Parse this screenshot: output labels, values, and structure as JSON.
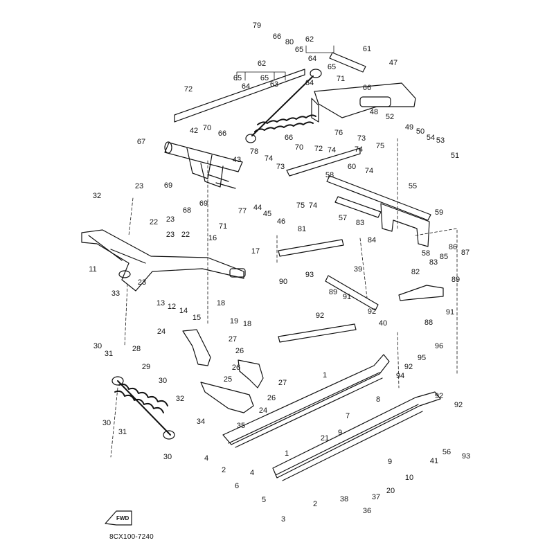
{
  "diagram": {
    "part_code": "8CX100-7240",
    "fwd_label": "FWD",
    "callouts": [
      "1",
      "2",
      "3",
      "4",
      "5",
      "6",
      "7",
      "8",
      "9",
      "10",
      "11",
      "12",
      "13",
      "14",
      "15",
      "16",
      "17",
      "18",
      "19",
      "20",
      "21",
      "22",
      "23",
      "24",
      "25",
      "26",
      "27",
      "28",
      "29",
      "30",
      "31",
      "32",
      "33",
      "34",
      "35",
      "36",
      "37",
      "38",
      "39",
      "40",
      "41",
      "42",
      "43",
      "44",
      "45",
      "46",
      "47",
      "48",
      "49",
      "50",
      "51",
      "52",
      "53",
      "54",
      "55",
      "56",
      "57",
      "58",
      "59",
      "60",
      "61",
      "62",
      "63",
      "64",
      "65",
      "66",
      "67",
      "68",
      "69",
      "70",
      "71",
      "72",
      "73",
      "74",
      "75",
      "76",
      "77",
      "78",
      "79",
      "80",
      "81",
      "82",
      "83",
      "84",
      "85",
      "86",
      "87",
      "88",
      "89",
      "90",
      "91",
      "92",
      "93",
      "94",
      "95",
      "96"
    ]
  }
}
